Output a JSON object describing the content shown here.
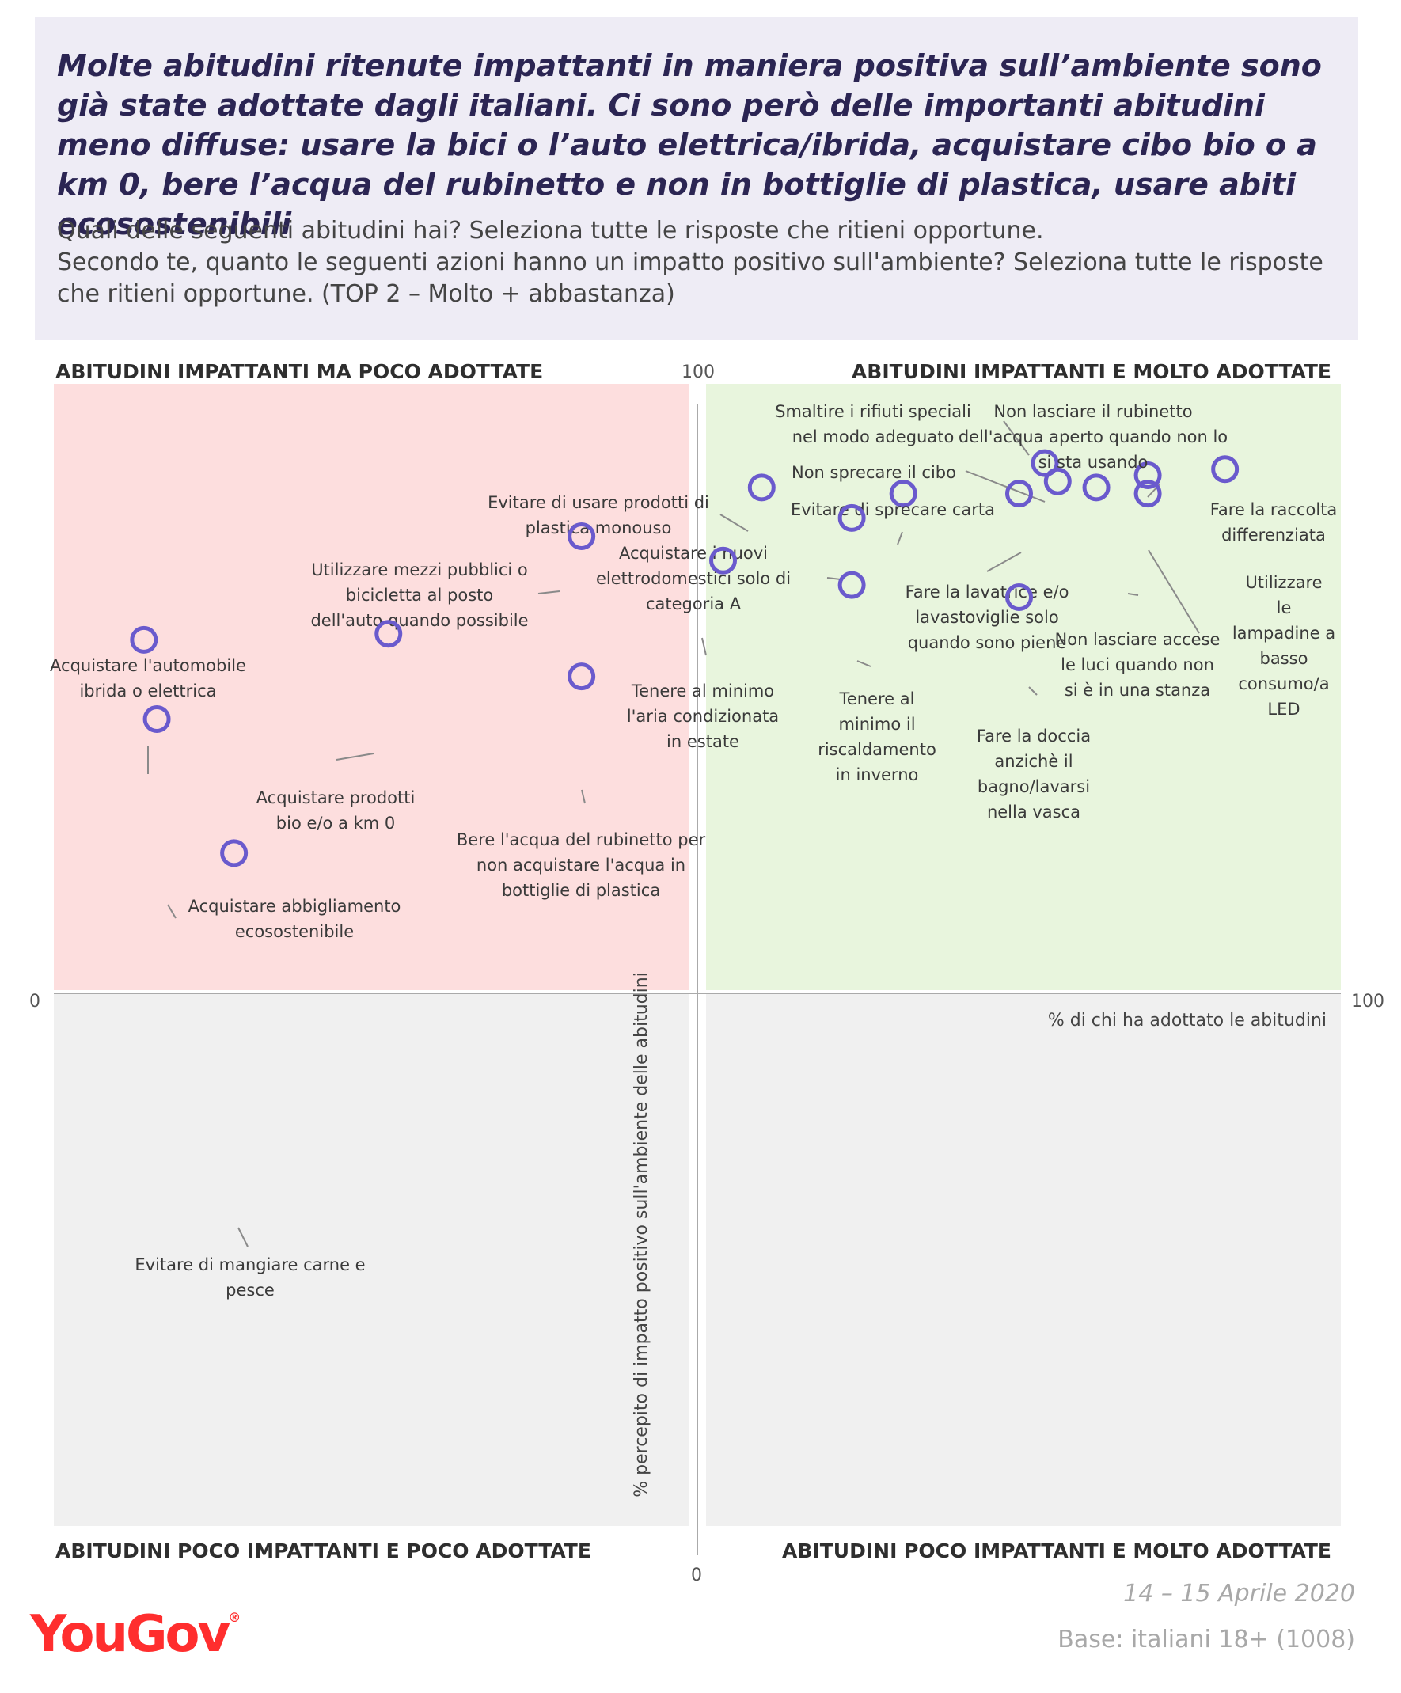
{
  "header": {
    "title": "Molte abitudini ritenute impattanti in maniera positiva sull’ambiente sono già state adottate dagli italiani. Ci sono però delle importanti abitudini meno diffuse: usare la bici o l’auto elettrica/ibrida, acquistare cibo bio o a km 0, bere l’acqua del rubinetto e non in bottiglie di plastica, usare abiti ecosostenibili",
    "question_1": "Quali delle seguenti abitudini hai? Seleziona tutte le risposte che ritieni opportune.",
    "question_2": "Secondo te, quanto le seguenti azioni hanno un impatto positivo sull'ambiente? Seleziona tutte le risposte che ritieni opportune.  (TOP 2 – Molto + abbastanza)"
  },
  "quadrants": {
    "top_left": "ABITUDINI IMPATTANTI MA POCO ADOTTATE",
    "top_right": "ABITUDINI IMPATTANTI E MOLTO ADOTTATE",
    "bottom_left": "ABITUDINI POCO IMPATTANTI E POCO ADOTTATE",
    "bottom_right": "ABITUDINI POCO IMPATTANTI E MOLTO ADOTTATE"
  },
  "colors": {
    "top_left_bg": "#fddede",
    "top_right_bg": "#e8f5dd",
    "bottom_bg": "#f0f0f0",
    "marker": "#6a5acd",
    "axis": "#aaaaaa"
  },
  "footer": {
    "date": "14 – 15 Aprile 2020",
    "base": "Base: italiani 18+ (1008)",
    "logo": "YouGov"
  },
  "chart_data": {
    "type": "scatter",
    "xlabel": "% di chi ha adottato le abitudini",
    "ylabel": "% percepito di impatto positivo sull'ambiente delle abitudini",
    "xlim": [
      0,
      100
    ],
    "ylim": [
      0,
      100
    ],
    "x_tick_labels": [
      "0",
      "100"
    ],
    "y_tick_labels": [
      "0",
      "100"
    ],
    "points": [
      {
        "label": "Smaltire i rifiuti speciali nel modo adeguato",
        "x": 77,
        "y": 87
      },
      {
        "label": "Non lasciare il rubinetto dell'acqua aperto quando non lo si sta usando",
        "x": 85,
        "y": 85
      },
      {
        "label": "Fare la raccolta differenziata",
        "x": 91,
        "y": 86
      },
      {
        "label": "Non sprecare il cibo",
        "x": 78,
        "y": 84
      },
      {
        "label": "Evitare di sprecare carta",
        "x": 66,
        "y": 82
      },
      {
        "label": "Fare la lavatrice e/o lavastoviglie solo quando sono piene",
        "x": 75,
        "y": 82
      },
      {
        "label": "Non lasciare accese le luci quando non si è in una stanza",
        "x": 81,
        "y": 83
      },
      {
        "label": "Utilizzare le lampadine a basso consumo/a LED",
        "x": 85,
        "y": 82
      },
      {
        "label": "Evitare di usare prodotti di plastica monouso",
        "x": 55,
        "y": 83
      },
      {
        "label": "Acquistare i nuovi elettrodomestici solo di categoria A",
        "x": 62,
        "y": 78
      },
      {
        "label": "Utilizzare mezzi pubblici o bicicletta al posto dell'auto quando possibile",
        "x": 41,
        "y": 75
      },
      {
        "label": "Tenere al minimo l'aria condizionata in estate",
        "x": 52,
        "y": 71
      },
      {
        "label": "Tenere al minimo il riscaldamento in inverno",
        "x": 62,
        "y": 67
      },
      {
        "label": "Fare la doccia anzichè il bagno/lavarsi nella vasca",
        "x": 75,
        "y": 65
      },
      {
        "label": "Acquistare l'automobile ibrida o elettrica",
        "x": 7,
        "y": 58
      },
      {
        "label": "Acquistare prodotti bio e/o a km 0",
        "x": 26,
        "y": 59
      },
      {
        "label": "Bere l'acqua del rubinetto per non acquistare l'acqua in bottiglie di plastica",
        "x": 41,
        "y": 52
      },
      {
        "label": "Acquistare abbigliamento ecosostenibile",
        "x": 8,
        "y": 45
      },
      {
        "label": "Evitare di mangiare carne e pesce",
        "x": 14,
        "y": 23
      }
    ]
  }
}
